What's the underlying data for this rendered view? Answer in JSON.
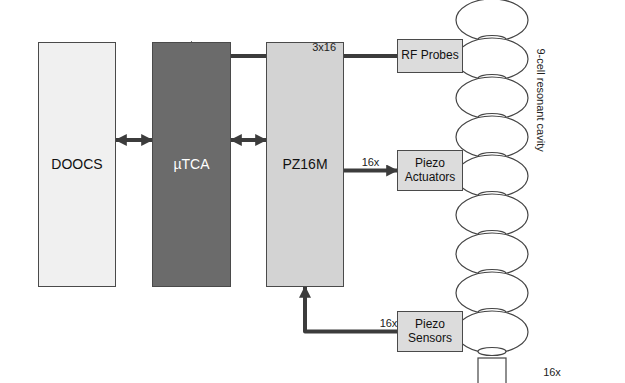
{
  "diagram": {
    "nodes": [
      {
        "text": [
          "DOOCS"
        ]
      },
      {
        "text": [
          "µTCA"
        ]
      },
      {
        "text": [
          "PZ16M"
        ]
      },
      {
        "text": [
          "RF Probes"
        ]
      },
      {
        "text": [
          "Piezo Actuators"
        ]
      },
      {
        "text": [
          "Piezo Sensors"
        ]
      }
    ],
    "edges": [
      {
        "from": 0,
        "to": 1,
        "arrow": "both"
      },
      {
        "from": 1,
        "to": 2,
        "arrow": "both"
      },
      {
        "from": 3,
        "to": 1,
        "label": "3x16",
        "arrow": "to"
      },
      {
        "from": 2,
        "to": 4,
        "label": "16x",
        "arrow": "to"
      },
      {
        "from": 5,
        "to": 2,
        "label": "16x",
        "arrow": "to"
      }
    ],
    "labels": [
      "9-cell resonant cavity",
      "16x"
    ]
  }
}
